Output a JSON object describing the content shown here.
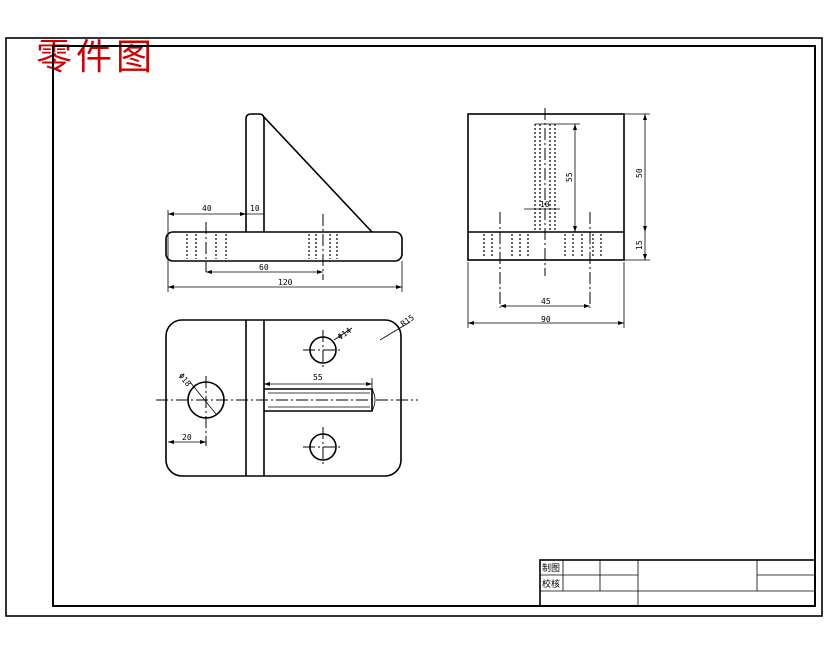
{
  "title": "零件图",
  "colors": {
    "title": "#d00000",
    "line": "#000000",
    "background": "#ffffff"
  },
  "front_view": {
    "dim_40": "40",
    "dim_10": "10",
    "dim_60": "60",
    "dim_120": "120"
  },
  "side_view": {
    "dim_55": "55",
    "dim_10": "10",
    "dim_50": "50",
    "dim_15": "15",
    "dim_45": "45",
    "dim_90": "90"
  },
  "top_view": {
    "dim_r15": "R15",
    "dim_d14": "Φ14",
    "dim_d18": "Φ18",
    "dim_55": "55",
    "dim_20": "20"
  },
  "title_block": {
    "drawn_by": "制图",
    "checked_by": "校核"
  }
}
